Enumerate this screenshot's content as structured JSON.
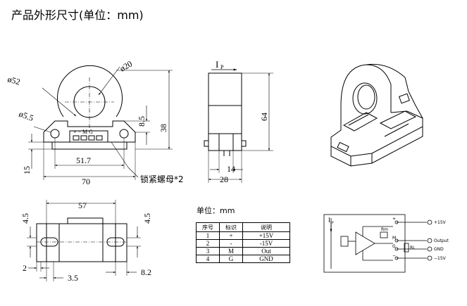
{
  "title": "产品外形尺寸(单位：mm)",
  "front_view": {
    "dia_outer": "ø52",
    "dia_inner": "ø20",
    "dia_hole": "ø5.5",
    "pin_labels": "+ − M G",
    "dim_8_5": "8.5",
    "dim_38": "38",
    "dim_15": "15",
    "dim_51_7": "51.7",
    "dim_70": "70",
    "nut_note": "锁紧螺母*2"
  },
  "side_view": {
    "ip_label": "I",
    "ip_sub": "P",
    "dim_64": "64",
    "dim_14": "14",
    "dim_28": "28"
  },
  "bottom_view": {
    "dim_57": "57",
    "dim_4_5_left": "4.5",
    "dim_4_5_right": "4.5",
    "dim_2": "2",
    "dim_3_5": "3.5",
    "dim_8_2": "8.2"
  },
  "pin_table": {
    "unit": "单位：mm",
    "headers": [
      "序号",
      "标识",
      "说明"
    ],
    "rows": [
      [
        "1",
        "+",
        "+15V"
      ],
      [
        "2",
        "-",
        "-15V"
      ],
      [
        "3",
        "M",
        "Out"
      ],
      [
        "4",
        "G",
        "GND"
      ]
    ]
  },
  "schematic": {
    "ip_label": "I",
    "ip_sub": "P",
    "rm_label": "Rm",
    "rl_label": "RL",
    "pins": [
      "+",
      "M",
      "G",
      "−"
    ],
    "outputs": [
      "+15V",
      "Output",
      "GND",
      "−15V"
    ]
  }
}
